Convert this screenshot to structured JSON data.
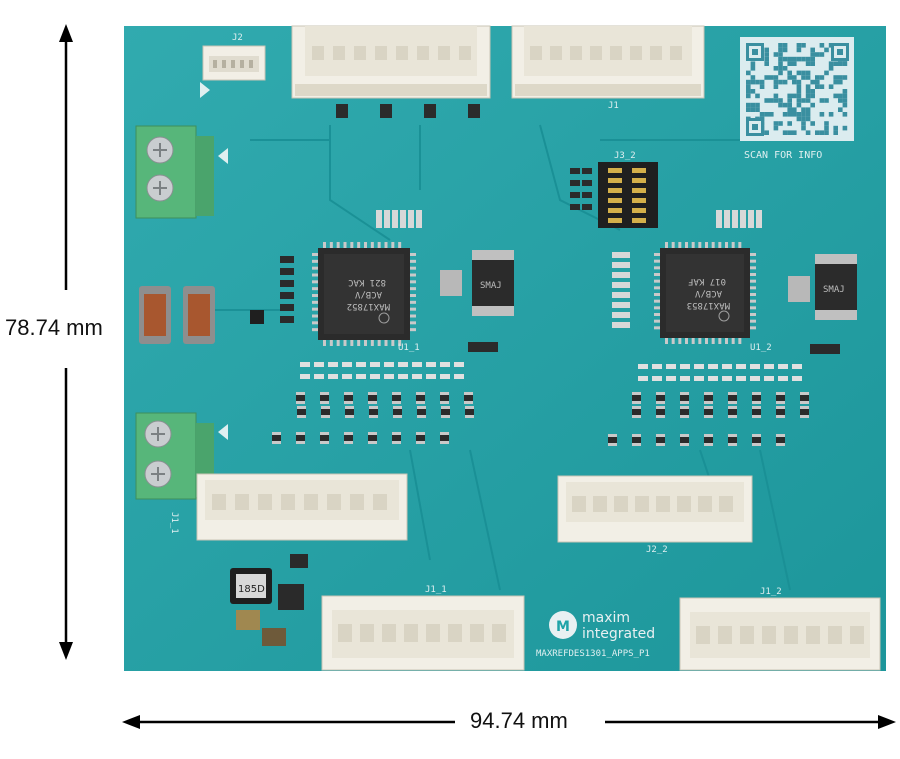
{
  "dimensions": {
    "height_label": "78.74 mm",
    "width_label": "94.74 mm"
  },
  "board": {
    "qr_caption": "SCAN FOR INFO",
    "board_id": "MAXREFDES1301_APPS_P1",
    "logo_line1": "maxim",
    "logo_line2": "integrated",
    "connector_labels": {
      "j2": "J2",
      "j1": "J1",
      "j3_2": "J3_2",
      "u1_1": "U1_1",
      "u1_2": "U1_2",
      "j1_1_left": "J1_1",
      "j2_2": "J2_2",
      "j1_1_bottom": "J1_1",
      "j1_2": "J1_2"
    },
    "ic_marking_1": [
      "MAX17852",
      "ACB/V",
      "821 KAC"
    ],
    "ic_marking_2": [
      "MAX17853",
      "ACB/V",
      "017 KAF"
    ],
    "diode_marking": "SMAJ",
    "inductor_marking": "185D"
  },
  "colors": {
    "pcb": "#1fa3a8",
    "pcb_dark": "#168c92",
    "connector": "#f2efe6",
    "terminal_block": "#57b67a",
    "ic_body": "#2b2b2b",
    "copper_inductor": "#a8572f"
  }
}
